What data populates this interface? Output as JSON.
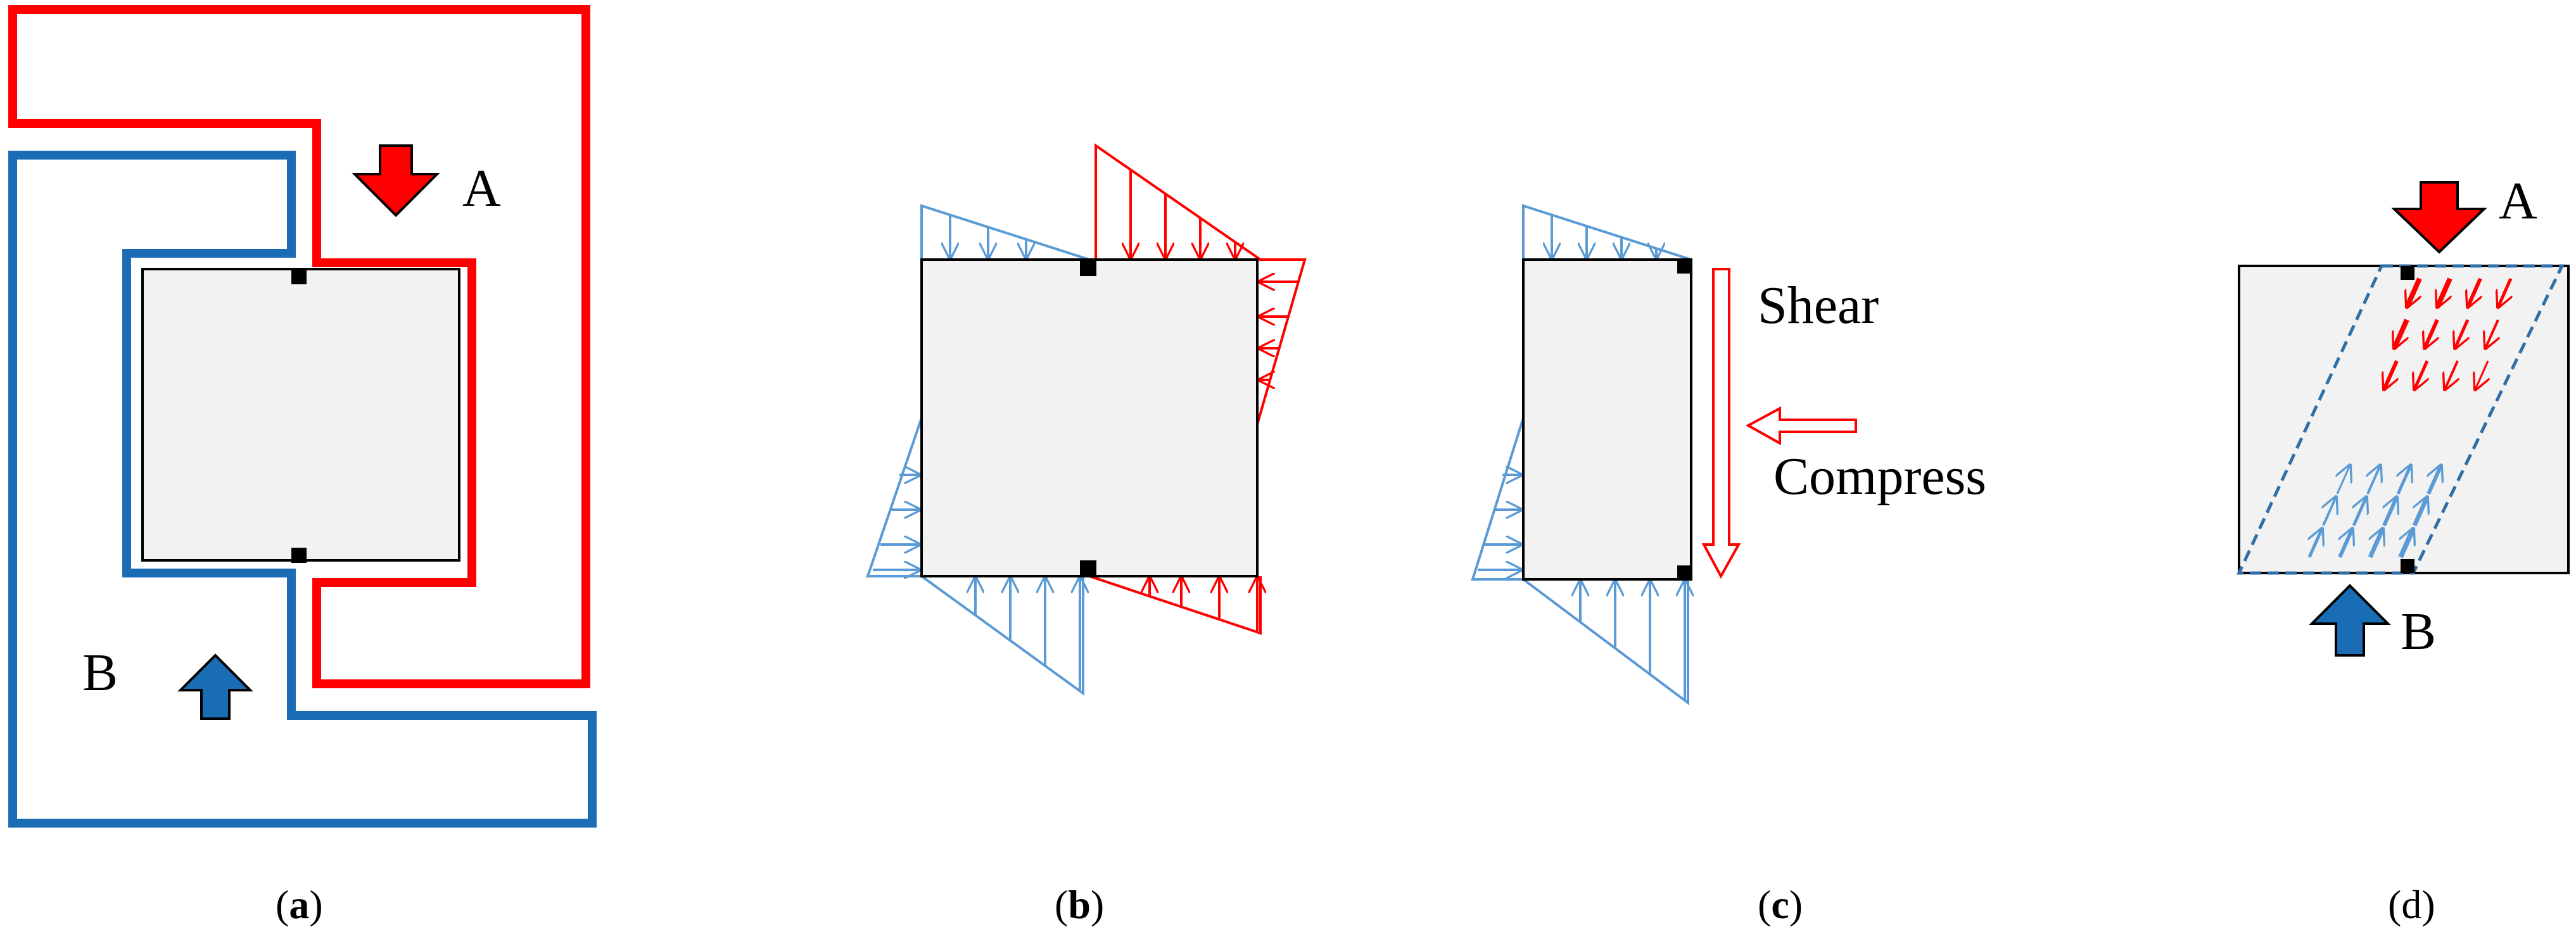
{
  "colors": {
    "red": "#ff0000",
    "blue": "#1a6db5",
    "light_blue": "#5b9bd5",
    "block_fill": "#f2f2f2",
    "outline": "#000000"
  },
  "panel_a": {
    "label_A": "A",
    "label_B": "B",
    "caption_open": "(",
    "caption_letter": "a",
    "caption_close": ")"
  },
  "panel_b": {
    "caption_open": "(",
    "caption_letter": "b",
    "caption_close": ")"
  },
  "panel_c": {
    "label_shear": "Shear",
    "label_compress": "Compress",
    "caption_open": "(",
    "caption_letter": "c",
    "caption_close": ")"
  },
  "panel_d": {
    "label_A": "A",
    "label_B": "B",
    "caption": "(d)"
  },
  "icons": [
    "down-arrow-icon",
    "up-arrow-icon",
    "left-arrow-icon",
    "down-hollow-arrow-icon"
  ]
}
